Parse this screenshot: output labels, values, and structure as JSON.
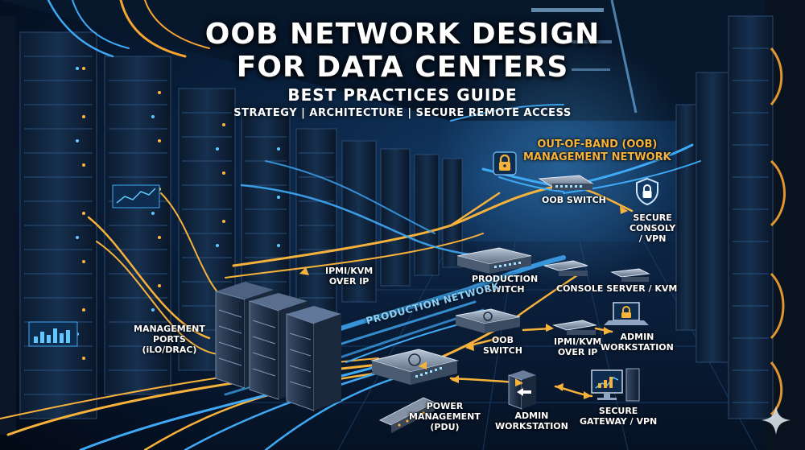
{
  "header": {
    "title_line1": "OOB NETWORK DESIGN",
    "title_line2": "FOR DATA CENTERS",
    "subtitle": "BEST PRACTICES GUIDE",
    "tagline": "STRATEGY | ARCHITECTURE | SECURE REMOTE ACCESS"
  },
  "labels": {
    "oob_network_line1": "OUT-OF-BAND (OOB)",
    "oob_network_line2": "MANAGEMENT NETWORK",
    "oob_switch_top": "OOB SWITCH",
    "secure_console_line1": "SECURE",
    "secure_console_line2": "CONSOLY",
    "secure_console_line3": "/ VPN",
    "ipmi_kvm_left_line1": "IPMI/KVM",
    "ipmi_kvm_left_line2": "OVER IP",
    "production_switch_line1": "PRODUCTION",
    "production_switch_line2": "SWITCH",
    "console_server": "CONSOLE SERVER / KVM",
    "production_network": "PRODUCTION NETWORK",
    "management_ports_line1": "MANAGEMENT",
    "management_ports_line2": "PORTS",
    "management_ports_line3": "(iLO/DRAC)",
    "oob_switch_mid_line1": "OOB",
    "oob_switch_mid_line2": "SWITCH",
    "ipmi_kvm_right_line1": "IPMI/KVM",
    "ipmi_kvm_right_line2": "OVER IP",
    "admin_workstation_right_line1": "ADMIN",
    "admin_workstation_right_line2": "WORKSTATION",
    "power_management_line1": "POWER",
    "power_management_line2": "MANAGEMENT",
    "power_management_line3": "(PDU)",
    "admin_workstation_bottom_line1": "ADMIN",
    "admin_workstation_bottom_line2": "WORKSTATION",
    "secure_gateway_line1": "SECURE",
    "secure_gateway_line2": "GATEWAY / VPN"
  },
  "colors": {
    "oob_accent": "#f7b23b",
    "production_accent": "#3fa9f5",
    "text": "#ffffff"
  },
  "icons": [
    "lock-icon",
    "shield-lock-icon",
    "laptop-lock-icon",
    "server-icon",
    "monitor-chart-icon",
    "sparkle-icon"
  ]
}
